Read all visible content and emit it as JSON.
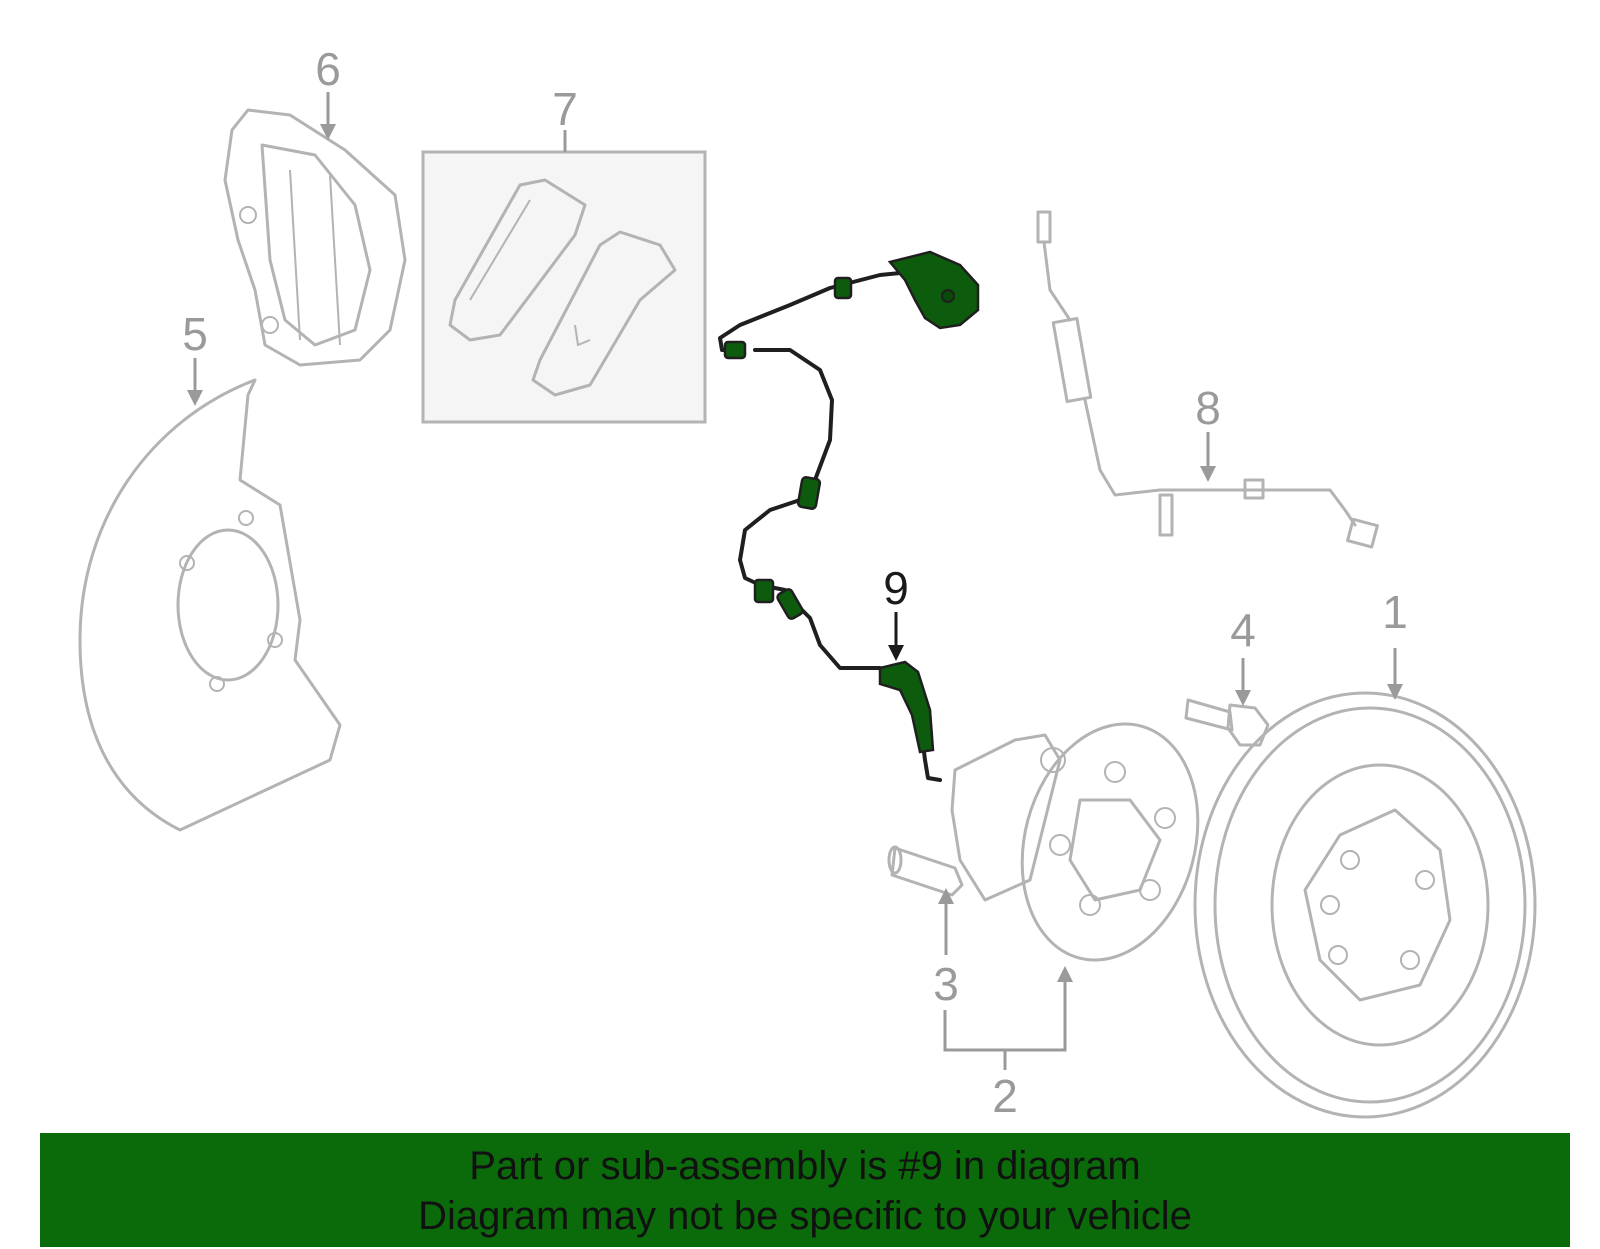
{
  "callouts": {
    "c1": "1",
    "c2": "2",
    "c3": "3",
    "c4": "4",
    "c5": "5",
    "c6": "6",
    "c7": "7",
    "c8": "8",
    "c9": "9"
  },
  "highlight_part": "9",
  "colors": {
    "highlight": "#0b6b0b",
    "part_outline": "#b3b3b3",
    "banner": "#0b6b0b"
  },
  "banner": {
    "line1": "Part or sub-assembly is #9 in diagram",
    "line2": "Diagram may not be specific to your vehicle"
  }
}
